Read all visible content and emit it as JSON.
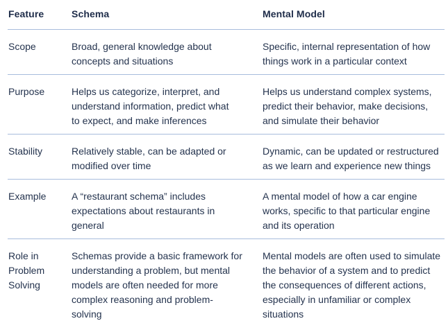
{
  "colors": {
    "text": "#24334e",
    "heading": "#1e2c49",
    "divider": "#a7bcdc",
    "background": "#ffffff"
  },
  "table": {
    "columns": [
      {
        "key": "feature",
        "label": "Feature"
      },
      {
        "key": "schema",
        "label": "Schema"
      },
      {
        "key": "mental_model",
        "label": "Mental Model"
      }
    ],
    "rows": [
      {
        "feature": "Scope",
        "schema": "Broad, general knowledge about\nconcepts and situations",
        "mental_model": "Specific, internal representation of how\nthings work in a particular context"
      },
      {
        "feature": "Purpose",
        "schema": "Helps us categorize, interpret, and\nunderstand information, predict what\nto expect, and make inferences",
        "mental_model": "Helps us understand complex systems,\npredict their behavior, make decisions,\nand simulate their behavior"
      },
      {
        "feature": "Stability",
        "schema": "Relatively stable, can be adapted or\nmodified over time",
        "mental_model": "Dynamic, can be updated or restructured\nas we learn and experience new things"
      },
      {
        "feature": "Example",
        "schema": "A “restaurant schema” includes\nexpectations about restaurants in\ngeneral",
        "mental_model": "A mental model of how a car engine\nworks, specific to that particular engine\nand its operation"
      },
      {
        "feature": "Role in\nProblem\nSolving",
        "schema": "Schemas provide a basic framework for\nunderstanding a problem, but mental\nmodels are often needed for more\ncomplex reasoning and problem-\nsolving",
        "mental_model": "Mental models are often used to simulate\nthe behavior of a system and to predict\nthe consequences of different actions,\nespecially in unfamiliar or complex\nsituations"
      }
    ]
  }
}
